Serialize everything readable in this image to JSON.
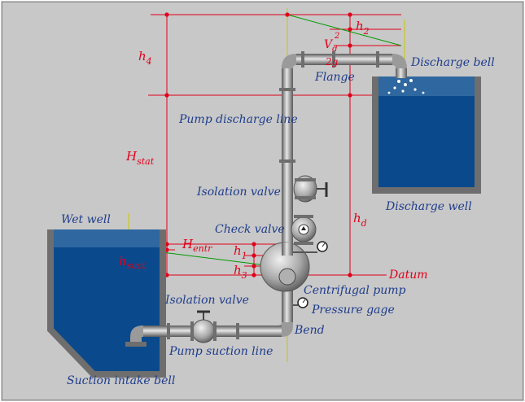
{
  "labels": {
    "discharge_bell": "Discharge bell",
    "flange": "Flange",
    "pump_discharge_line": "Pump discharge line",
    "isolation_valve_top": "Isolation valve",
    "discharge_well": "Discharge well",
    "wet_well": "Wet well",
    "check_valve": "Check valve",
    "centrifugal_pump": "Centrifugal pump",
    "isolation_valve_bottom": "Isolation valve",
    "pressure_gage": "Pressure gage",
    "bend": "Bend",
    "pump_suction_line": "Pump suction line",
    "suction_intake_bell": "Suction intake bell"
  },
  "heads": {
    "h4": {
      "main": "h",
      "sub": "4"
    },
    "h2": {
      "main": "h",
      "sub": "2"
    },
    "vd": {
      "main": "V",
      "sub": "d",
      "sup": "2"
    },
    "vd_div": "2g",
    "hstat": {
      "main": "H",
      "sub": "stat"
    },
    "hd": {
      "main": "h",
      "sub": "d"
    },
    "hentr": {
      "main": "H",
      "sub": "entr"
    },
    "h1": {
      "main": "h",
      "sub": "1"
    },
    "hsuct": {
      "main": "h",
      "sub": "suct"
    },
    "h3": {
      "main": "h",
      "sub": "3"
    },
    "datum": "Datum"
  },
  "colors": {
    "background": "#c8c8c8",
    "label_text": "#1e3c8c",
    "dimension_red": "#e0001a",
    "water": "#0a4a8c",
    "tank_wall": "#6e6e6e",
    "pipe": "#a0a0a0",
    "grade_line": "#009a00",
    "reference_line": "#c8c800"
  }
}
